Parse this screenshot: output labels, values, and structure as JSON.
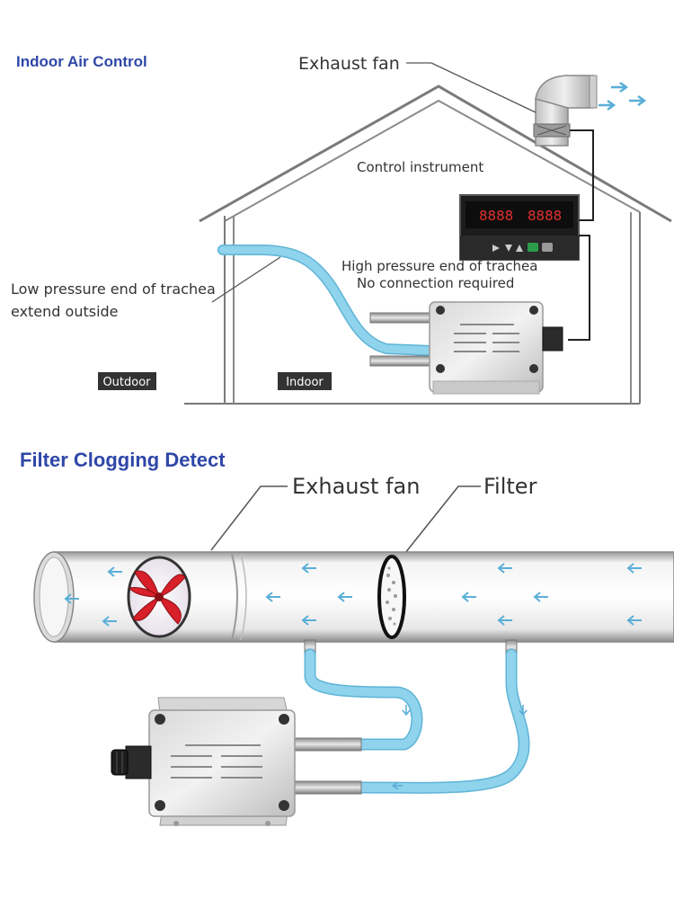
{
  "sections": {
    "indoor": {
      "title": "Indoor Air Control",
      "exhaust_fan_label": "Exhaust fan",
      "control_instrument_label": "Control instrument",
      "high_pressure_line1": "High pressure end of trachea",
      "high_pressure_line2": "No connection required",
      "low_pressure_line1": "Low pressure end of trachea",
      "low_pressure_line2": "extend outside",
      "outdoor_tag": "Outdoor",
      "indoor_tag": "Indoor",
      "display_left": "8888",
      "display_right": "8888"
    },
    "filter": {
      "title": "Filter Clogging Detect",
      "exhaust_fan_label": "Exhaust fan",
      "filter_label": "Filter"
    }
  },
  "colors": {
    "heading": "#2f47a8",
    "tube": "#8fd3ec",
    "tube_edge": "#5fb4d6",
    "arrow": "#5aaed8",
    "fan_blade": "#d8202a",
    "display_digits": "#e23030",
    "line": "#555555"
  }
}
